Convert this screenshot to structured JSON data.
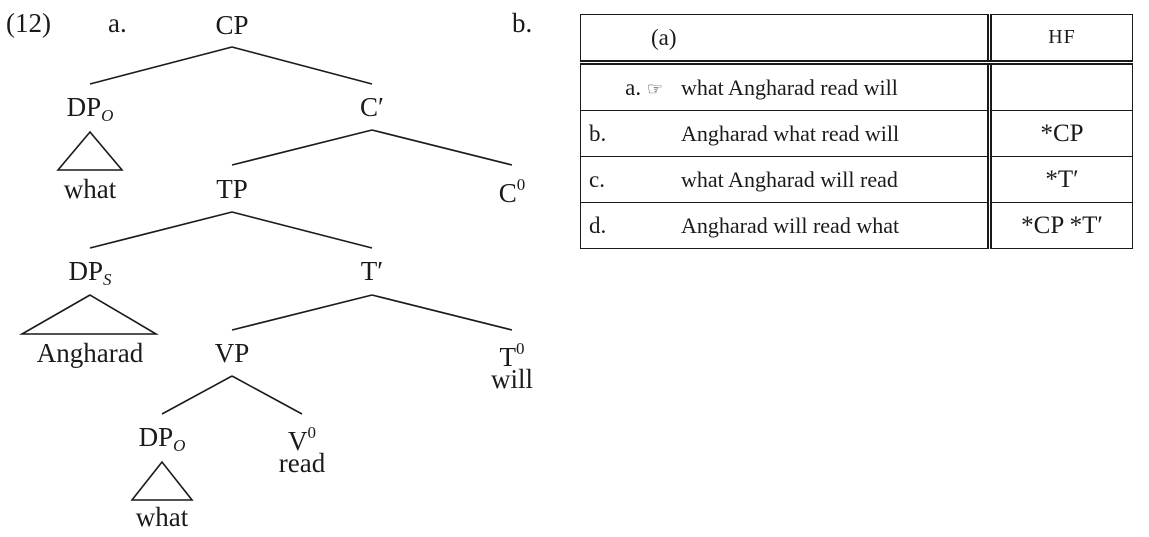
{
  "example": {
    "number": "(12)",
    "part_a": "a.",
    "part_b": "b."
  },
  "tree": {
    "cp": "CP",
    "dp_o_top": "DP",
    "dp_o_top_sub": "O",
    "what_top": "what",
    "c_bar": "C′",
    "tp": "TP",
    "c0": "C",
    "c0_sup": "0",
    "dp_s": "DP",
    "dp_s_sub": "S",
    "t_bar": "T′",
    "angharad": "Angharad",
    "vp": "VP",
    "t0": "T",
    "t0_sup": "0",
    "will": "will",
    "dp_o_low": "DP",
    "dp_o_low_sub": "O",
    "v0": "V",
    "v0_sup": "0",
    "read": "read",
    "what_low": "what"
  },
  "tableau": {
    "input": "(a)",
    "constraint": "HF",
    "rows": [
      {
        "label": "a.",
        "marker": "☞",
        "candidate": "what Angharad read will",
        "violation": ""
      },
      {
        "label": "b.",
        "marker": "",
        "candidate": "Angharad what read will",
        "violation": "*CP"
      },
      {
        "label": "c.",
        "marker": "",
        "candidate": "what Angharad will read",
        "violation": "*T′"
      },
      {
        "label": "d.",
        "marker": "",
        "candidate": "Angharad will read what",
        "violation": "*CP *T′"
      }
    ]
  }
}
